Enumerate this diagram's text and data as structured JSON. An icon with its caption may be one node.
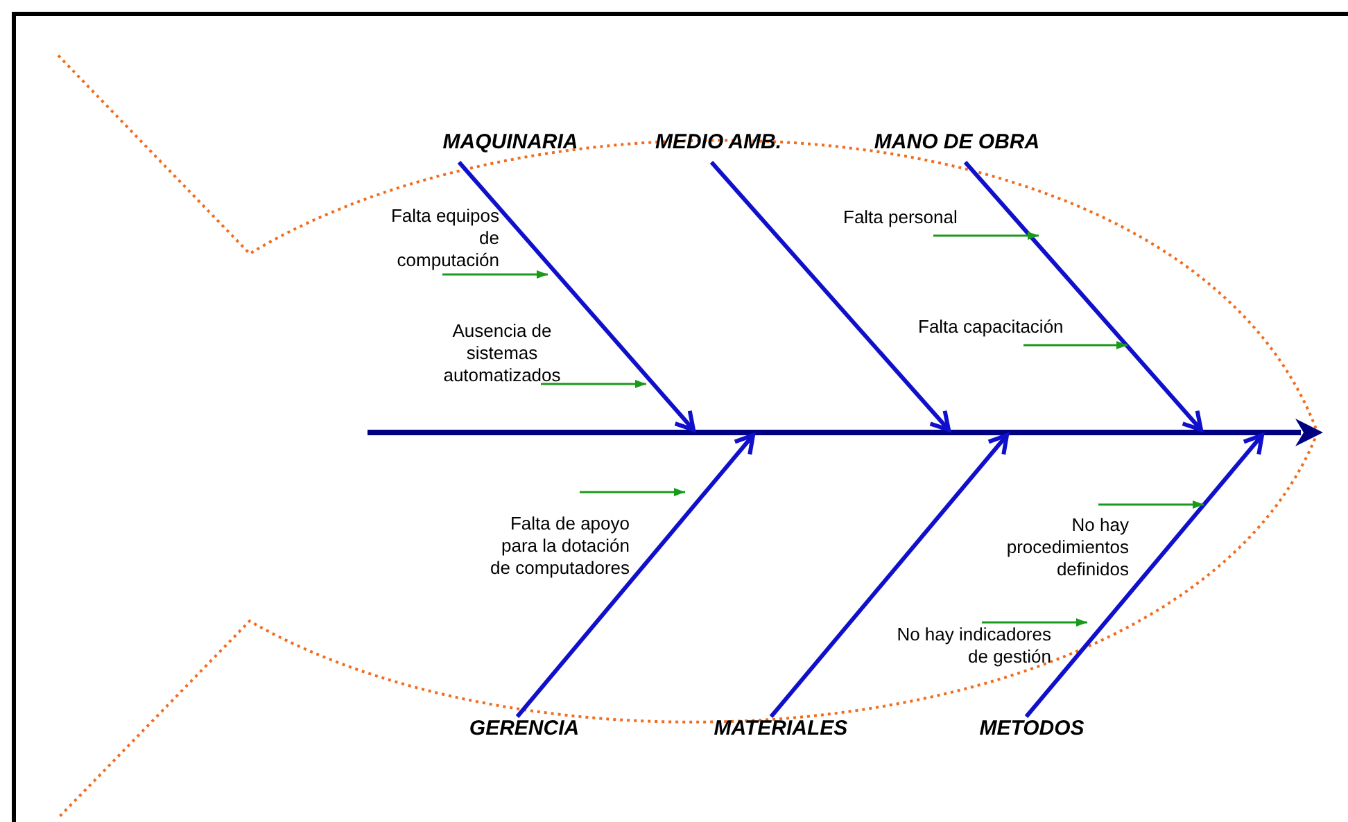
{
  "diagram": {
    "nodes": [
      {
        "text": [
          "MAQUINARIA"
        ]
      },
      {
        "text": [
          "MEDIO AMB."
        ]
      },
      {
        "text": [
          "MANO DE OBRA"
        ]
      },
      {
        "text": [
          "GERENCIA"
        ]
      },
      {
        "text": [
          "MATERIALES"
        ]
      },
      {
        "text": [
          "METODOS"
        ]
      },
      {
        "text": [
          "Falta equipos de computación"
        ]
      },
      {
        "text": [
          "Ausencia de sistemas automatizados"
        ]
      },
      {
        "text": [
          "Falta personal"
        ]
      },
      {
        "text": [
          "Falta capacitación"
        ]
      },
      {
        "text": [
          "Falta de apoyo para la dotación de computadores"
        ]
      },
      {
        "text": [
          "No hay procedimientos definidos"
        ]
      },
      {
        "text": [
          "No hay indicadores de gestión"
        ]
      }
    ],
    "edges": [
      {
        "from": 0,
        "to": null,
        "arrow": "to",
        "style": "thick",
        "color": "#1010cc"
      },
      {
        "from": 1,
        "to": null,
        "arrow": "to",
        "style": "thick",
        "color": "#1010cc"
      },
      {
        "from": 2,
        "to": null,
        "arrow": "to",
        "style": "thick",
        "color": "#1010cc"
      },
      {
        "from": 3,
        "to": null,
        "arrow": "to",
        "style": "thick",
        "color": "#1010cc"
      },
      {
        "from": 4,
        "to": null,
        "arrow": "to",
        "style": "thick",
        "color": "#1010cc"
      },
      {
        "from": 5,
        "to": null,
        "arrow": "to",
        "style": "thick",
        "color": "#1010cc"
      },
      {
        "from": 6,
        "to": null,
        "arrow": "to"
      },
      {
        "from": 7,
        "to": null,
        "arrow": "to"
      },
      {
        "from": 8,
        "to": null,
        "arrow": "to"
      },
      {
        "from": 9,
        "to": null,
        "arrow": "to"
      },
      {
        "from": 10,
        "to": null,
        "arrow": "to"
      },
      {
        "from": 11,
        "to": null,
        "arrow": "to"
      },
      {
        "from": 12,
        "to": null,
        "arrow": "to"
      }
    ]
  }
}
